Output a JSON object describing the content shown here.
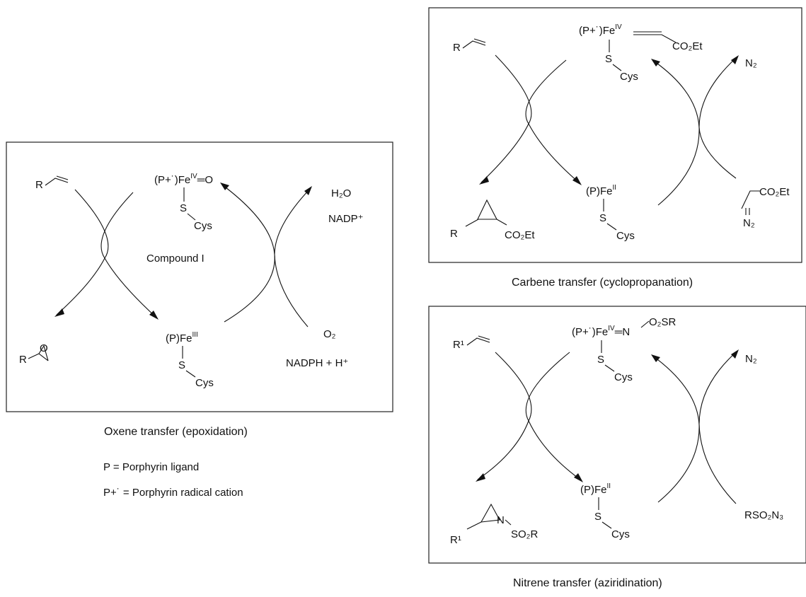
{
  "panels": {
    "oxene": {
      "caption": "Oxene transfer (epoxidation)",
      "substrate": "R",
      "product": "R",
      "product_atom": "O",
      "active_species": {
        "main": "(P+˙)Fe",
        "ox": "IV",
        "ligand": "═O"
      },
      "thiolate": {
        "s": "S",
        "cys": "Cys"
      },
      "center_label": "Compound I",
      "resting": {
        "main": "(P)Fe",
        "ox": "III"
      },
      "byproducts": {
        "water": "H₂O",
        "cofactor": "NADP⁺"
      },
      "reagents": {
        "oxygen": "O₂",
        "reductant": "NADPH + H⁺"
      }
    },
    "carbene": {
      "caption": "Carbene transfer (cyclopropanation)",
      "substrate": "R",
      "product": {
        "r": "R",
        "ester": "CO₂Et"
      },
      "active_species": {
        "main": "(P+˙)Fe",
        "ox": "IV",
        "ligand": "CO₂Et"
      },
      "thiolate": {
        "s": "S",
        "cys": "Cys"
      },
      "resting": {
        "main": "(P)Fe",
        "ox": "II"
      },
      "byproduct": "N₂",
      "reagent": {
        "ester": "CO₂Et",
        "n2": "N₂"
      }
    },
    "nitrene": {
      "caption": "Nitrene transfer (aziridination)",
      "substrate": "R¹",
      "product": {
        "r": "R¹",
        "n": "N",
        "so2r": "SO₂R"
      },
      "active_species": {
        "main": "(P+˙)Fe",
        "ox": "IV",
        "ligand": "═N",
        "sub": "O₂SR"
      },
      "thiolate": {
        "s": "S",
        "cys": "Cys"
      },
      "resting": {
        "main": "(P)Fe",
        "ox": "II"
      },
      "byproduct": "N₂",
      "reagent": "RSO₂N₃"
    }
  },
  "legend": {
    "p": "P  = Porphyrin ligand",
    "p_radical": "P+˙ =  Porphyrin radical cation"
  }
}
